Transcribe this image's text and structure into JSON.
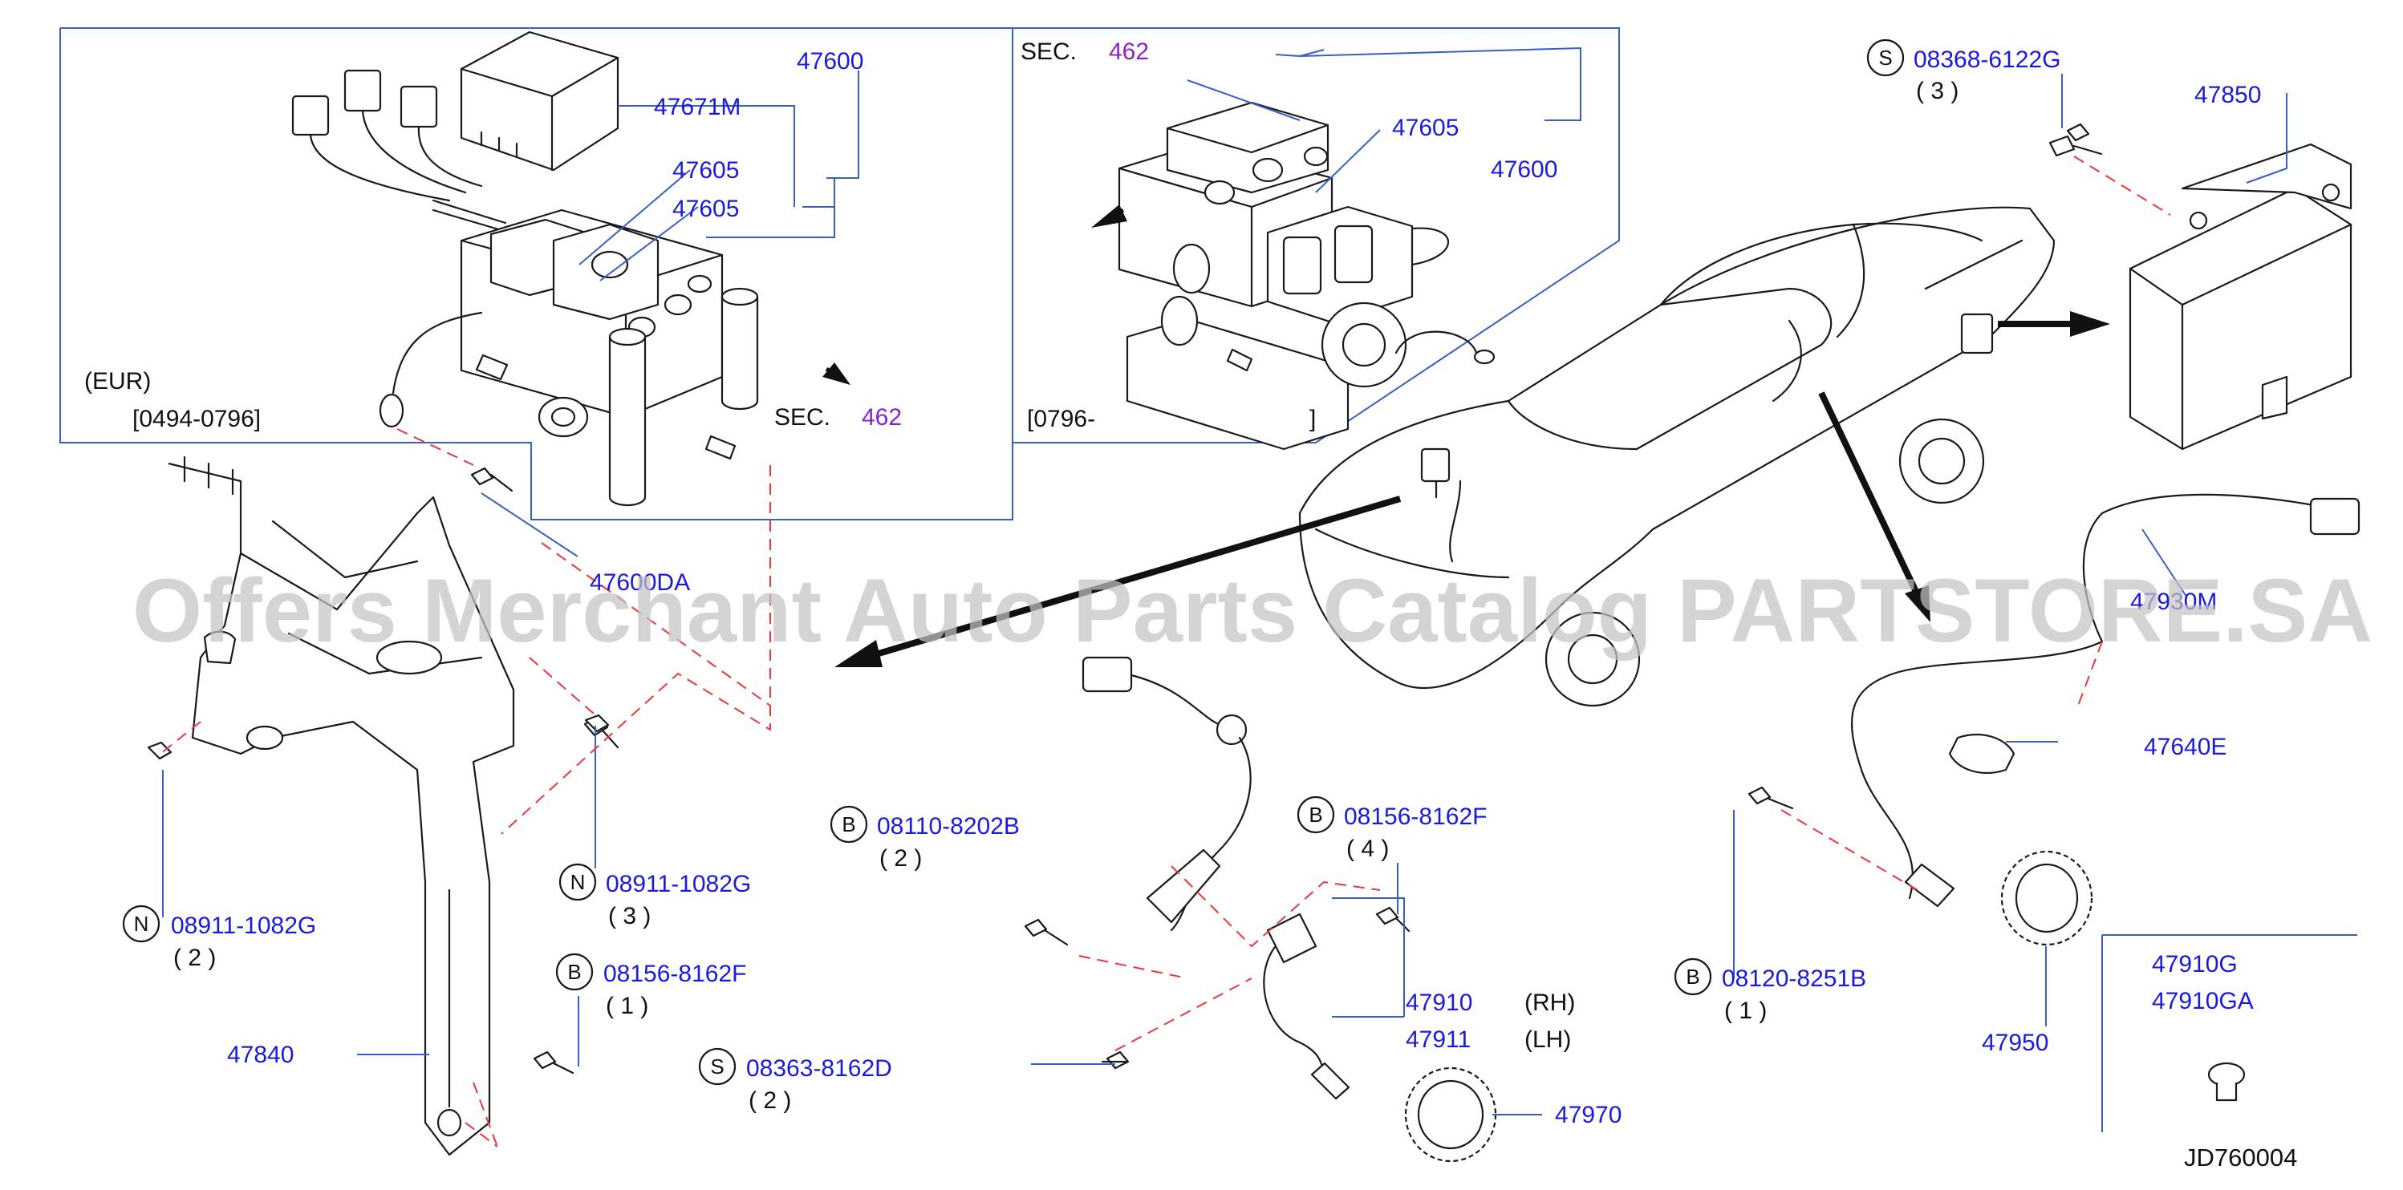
{
  "diagram": {
    "drawing_code": "JD760004",
    "watermark": "Offers Merchant Auto Parts Catalog PARTSTORE.SA",
    "insets": {
      "left_region": "(EUR)",
      "left_dates": "[0494-0796]",
      "right_dates_start": "[0796-",
      "right_dates_end": "]"
    },
    "section_refs": [
      {
        "prefix": "SEC.",
        "number": "462"
      },
      {
        "prefix": "SEC.",
        "number": "462"
      }
    ],
    "part_labels": [
      {
        "part": "47600"
      },
      {
        "part": "47671M"
      },
      {
        "part": "47605"
      },
      {
        "part": "47605"
      },
      {
        "part": "47605"
      },
      {
        "part": "47600"
      },
      {
        "part": "08368-6122G",
        "badge": "S",
        "qty": "( 3 )"
      },
      {
        "part": "47850"
      },
      {
        "part": "47600DA"
      },
      {
        "part": "47930M"
      },
      {
        "part": "47640E"
      },
      {
        "part": "08110-8202B",
        "badge": "B",
        "qty": "( 2 )"
      },
      {
        "part": "08156-8162F",
        "badge": "B",
        "qty": "( 4 )"
      },
      {
        "part": "08911-1082G",
        "badge": "N",
        "qty": "( 3 )"
      },
      {
        "part": "08911-1082G",
        "badge": "N",
        "qty": "( 2 )"
      },
      {
        "part": "08156-8162F",
        "badge": "B",
        "qty": "( 1 )"
      },
      {
        "part": "47840"
      },
      {
        "part": "08363-8162D",
        "badge": "S",
        "qty": "( 2 )"
      },
      {
        "part": "47910",
        "side": "(RH)"
      },
      {
        "part": "47911",
        "side": "(LH)"
      },
      {
        "part": "47970"
      },
      {
        "part": "08120-8251B",
        "badge": "B",
        "qty": "( 1 )"
      },
      {
        "part": "47950"
      },
      {
        "part": "47910G"
      },
      {
        "part": "47910GA"
      }
    ]
  }
}
